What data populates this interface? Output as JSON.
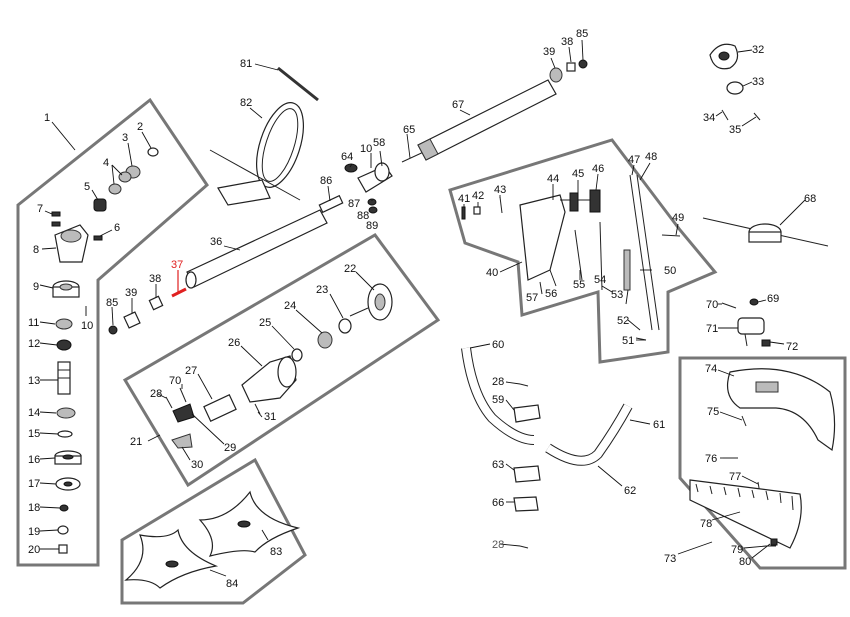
{
  "diagram": {
    "highlight_color": "#e02020",
    "part_numbers": [
      "1",
      "2",
      "3",
      "4",
      "5",
      "6",
      "7",
      "8",
      "9",
      "10",
      "11",
      "12",
      "13",
      "14",
      "15",
      "16",
      "17",
      "18",
      "19",
      "20",
      "21",
      "22",
      "23",
      "24",
      "25",
      "26",
      "27",
      "28",
      "29",
      "30",
      "31",
      "32",
      "33",
      "34",
      "35",
      "36",
      "37",
      "38",
      "39",
      "40",
      "41",
      "42",
      "43",
      "44",
      "45",
      "46",
      "47",
      "48",
      "49",
      "50",
      "51",
      "52",
      "53",
      "54",
      "55",
      "56",
      "57",
      "58",
      "59",
      "60",
      "61",
      "62",
      "63",
      "64",
      "65",
      "66",
      "67",
      "68",
      "69",
      "70",
      "71",
      "72",
      "73",
      "74",
      "75",
      "76",
      "77",
      "78",
      "79",
      "80",
      "81",
      "82",
      "83",
      "84",
      "85",
      "86",
      "87",
      "88",
      "89"
    ],
    "highlighted_part": "37"
  },
  "labels": {
    "l1": "1",
    "l2": "2",
    "l3": "3",
    "l4": "4",
    "l5": "5",
    "l6": "6",
    "l7": "7",
    "l8": "8",
    "l9": "9",
    "l10": "10",
    "l11": "11",
    "l12": "12",
    "l13": "13",
    "l14": "14",
    "l15": "15",
    "l16": "16",
    "l17": "17",
    "l18": "18",
    "l19": "19",
    "l20": "20",
    "l21": "21",
    "l22": "22",
    "l23": "23",
    "l24": "24",
    "l25": "25",
    "l26": "26",
    "l27": "27",
    "l28a": "28",
    "l70a": "70",
    "l29": "29",
    "l30": "30",
    "l31": "31",
    "l32": "32",
    "l33": "33",
    "l34": "34",
    "l35": "35",
    "l36": "36",
    "l37": "37",
    "l38a": "38",
    "l39a": "39",
    "l85a": "85",
    "l38b": "38",
    "l39b": "39",
    "l85b": "85",
    "l40": "40",
    "l41": "41",
    "l42": "42",
    "l43": "43",
    "l44": "44",
    "l45": "45",
    "l46": "46",
    "l47": "47",
    "l48": "48",
    "l49": "49",
    "l50": "50",
    "l51": "51",
    "l52": "52",
    "l53": "53",
    "l54": "54",
    "l55": "55",
    "l56": "56",
    "l57": "57",
    "l58": "58",
    "l10b": "10",
    "l64": "64",
    "l65": "65",
    "l86": "86",
    "l87": "87",
    "l88": "88",
    "l89": "89",
    "l67": "67",
    "l68": "68",
    "l69": "69",
    "l70b": "70",
    "l71": "71",
    "l72": "72",
    "l73": "73",
    "l74": "74",
    "l75": "75",
    "l76": "76",
    "l77": "77",
    "l78": "78",
    "l79": "79",
    "l80": "80",
    "l60": "60",
    "l28b": "28",
    "l59": "59",
    "l63": "63",
    "l66": "66",
    "l28c": "28",
    "l61": "61",
    "l62": "62",
    "l81": "81",
    "l82": "82",
    "l83": "83",
    "l84": "84"
  }
}
